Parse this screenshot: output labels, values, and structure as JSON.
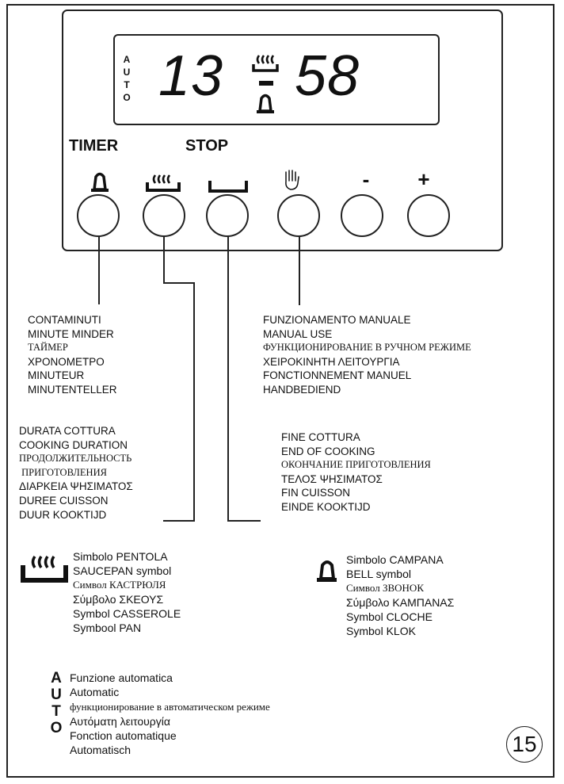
{
  "display": {
    "auto_letters": [
      "A",
      "U",
      "T",
      "O"
    ],
    "time_left": "13",
    "time_right": "58"
  },
  "panel": {
    "timer_label": "TIMER",
    "stop_label": "STOP",
    "minus_label": "-",
    "plus_label": "+",
    "buttons": [
      {
        "icon": "bell-icon"
      },
      {
        "icon": "saucepan-icon"
      },
      {
        "icon": "end-bracket-icon"
      },
      {
        "icon": "hand-icon"
      },
      {
        "icon": "minus"
      },
      {
        "icon": "plus"
      }
    ]
  },
  "minute_minder": [
    "CONTAMINUTI",
    "MINUTE MINDER",
    "ТАЙМЕР",
    "ΧΡΟΝΟΜΕΤΡΟ",
    "MINUTEUR",
    "MINUTENTELLER"
  ],
  "manual_use": [
    "FUNZIONAMENTO MANUALE",
    "MANUAL USE",
    "ФУНКЦИОНИРОВАНИЕ В РУЧНОМ РЕЖИМЕ",
    "ΧΕΙΡΟΚΙΝΗΤΗ ΛΕΙΤΟΥΡΓΙΑ",
    "FONCTIONNEMENT MANUEL",
    "HANDBEDIEND"
  ],
  "cooking_duration": [
    "DURATA COTTURA",
    "COOKING DURATION",
    "ПРОДОЛЖИТЕЛЬНОСТЬ",
    " ПРИГОТОВЛЕНИЯ",
    "ΔΙΑΡΚΕΙΑ ΨΗΣΙΜΑΤΟΣ",
    "DUREE CUISSON",
    "DUUR KOOKTIJD"
  ],
  "end_of_cooking": [
    "FINE COTTURA",
    "END OF COOKING",
    "ОКОНЧАНИЕ ПРИГОТОВЛЕНИЯ",
    "ΤΕΛΟΣ ΨΗΣΙΜΑΤΟΣ",
    "FIN CUISSON",
    "EINDE KOOKTIJD"
  ],
  "saucepan_symbol": [
    "Simbolo PENTOLA",
    "SAUCEPAN symbol",
    "Символ КАСТРЮЛЯ",
    "Σύμβολο ΣΚΕΟΥΣ",
    "Symbol CASSEROLE",
    "Symbool PAN"
  ],
  "bell_symbol": [
    "Simbolo CAMPANA",
    "BELL symbol",
    "Символ ЗВОНОК",
    "Σύμβολο ΚΑΜΠΑΝΑΣ",
    "Symbol CLOCHE",
    "Symbol KLOK"
  ],
  "auto_legend": {
    "letters": [
      "A",
      "U",
      "T",
      "O"
    ],
    "lines": [
      "Funzione automatica",
      "Automatic",
      "функционирование в автоматическом режиме",
      "Αυτόματη λειτουργία",
      "Fonction automatique",
      "Automatisch"
    ]
  },
  "page_number": "15"
}
